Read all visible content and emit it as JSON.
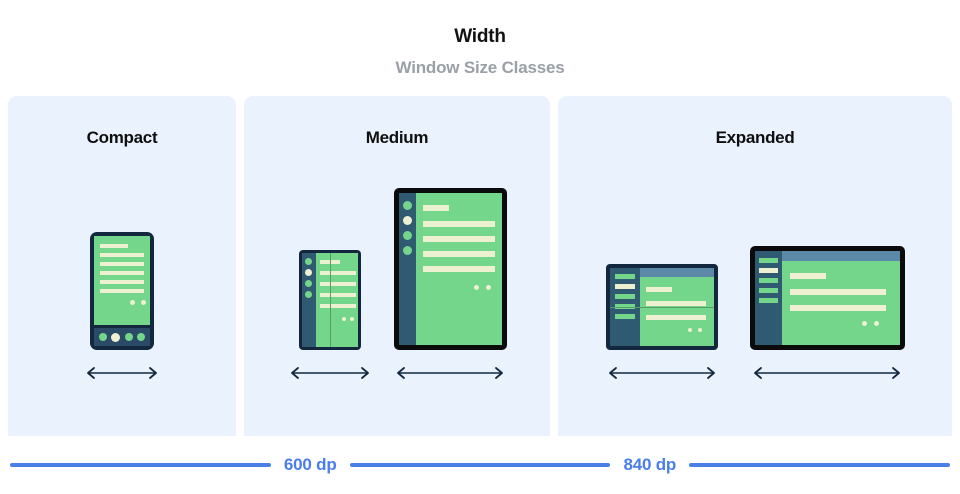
{
  "header": {
    "title": "Width",
    "subtitle": "Window Size Classes"
  },
  "colors": {
    "panel_bg": "#eaf2fd",
    "accent_blue": "#4a7ee8",
    "device_bezel_dark": "#13283f",
    "device_bezel_black": "#0b0b0b",
    "screen_green": "#74d68a",
    "content_cream": "#eef0d2",
    "rail_blue": "#2f5a72",
    "topbar_blue": "#5d89a8",
    "title_color": "#121212",
    "subtitle_color": "#9aa0a6"
  },
  "panels": [
    {
      "id": "compact",
      "label": "Compact",
      "devices": [
        {
          "id": "phone",
          "type": "phone-portrait",
          "nav_dots": 4,
          "active_dot_index": 1
        }
      ]
    },
    {
      "id": "medium",
      "label": "Medium",
      "devices": [
        {
          "id": "foldable-portrait",
          "type": "foldable-portrait",
          "rail_dots": 4,
          "active_dot_index": 1
        },
        {
          "id": "tablet-portrait",
          "type": "tablet-portrait",
          "rail_dots": 4,
          "active_dot_index": 1
        }
      ]
    },
    {
      "id": "expanded",
      "label": "Expanded",
      "devices": [
        {
          "id": "foldable-landscape",
          "type": "foldable-landscape",
          "rail_bars": 5,
          "active_bar_index": 1
        },
        {
          "id": "tablet-landscape",
          "type": "tablet-landscape",
          "rail_bars": 5,
          "active_bar_index": 1
        }
      ]
    }
  ],
  "scale": {
    "breakpoints": [
      {
        "id": "bp-600",
        "label": "600 dp"
      },
      {
        "id": "bp-840",
        "label": "840 dp"
      }
    ]
  }
}
